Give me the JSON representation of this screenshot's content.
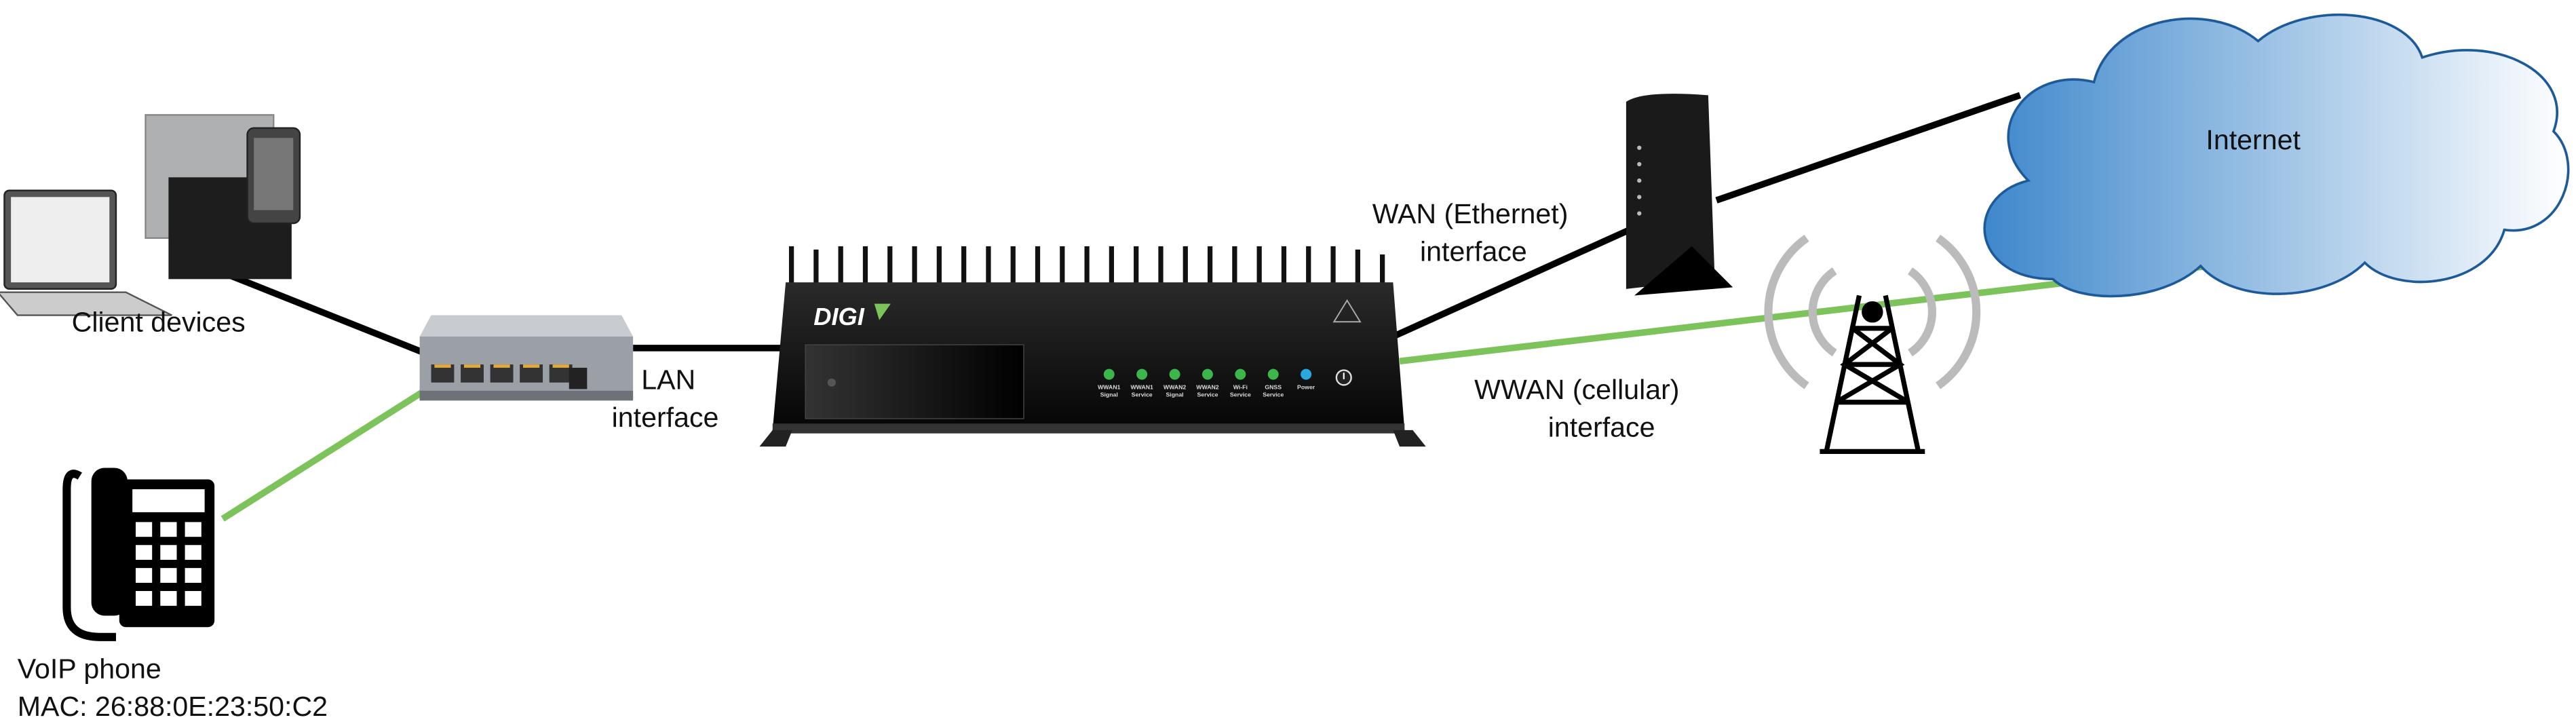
{
  "labels": {
    "client_devices": "Client devices",
    "lan_line1": "LAN",
    "lan_line2": "interface",
    "wan_line1": "WAN (Ethernet)",
    "wan_line2": "interface",
    "wwan_line1": "WWAN (cellular)",
    "wwan_line2": "interface",
    "internet": "Internet",
    "voip_name": "VoIP phone",
    "voip_mac": "MAC: 26:88:0E:23:50:C2"
  },
  "router": {
    "brand": "DIGI",
    "leds": [
      {
        "l1": "WWAN1",
        "l2": "Signal",
        "color": "#3cb54a"
      },
      {
        "l1": "WWAN1",
        "l2": "Service",
        "color": "#3cb54a"
      },
      {
        "l1": "WWAN2",
        "l2": "Signal",
        "color": "#3cb54a"
      },
      {
        "l1": "WWAN2",
        "l2": "Service",
        "color": "#3cb54a"
      },
      {
        "l1": "Wi-Fi",
        "l2": "Service",
        "color": "#3cb54a"
      },
      {
        "l1": "GNSS",
        "l2": "Service",
        "color": "#3cb54a"
      },
      {
        "l1": "Power",
        "l2": "",
        "color": "#29a8e0"
      }
    ]
  },
  "colors": {
    "wired": "#000000",
    "cellular": "#7dc35b",
    "cloud": "#4a8fd0"
  }
}
